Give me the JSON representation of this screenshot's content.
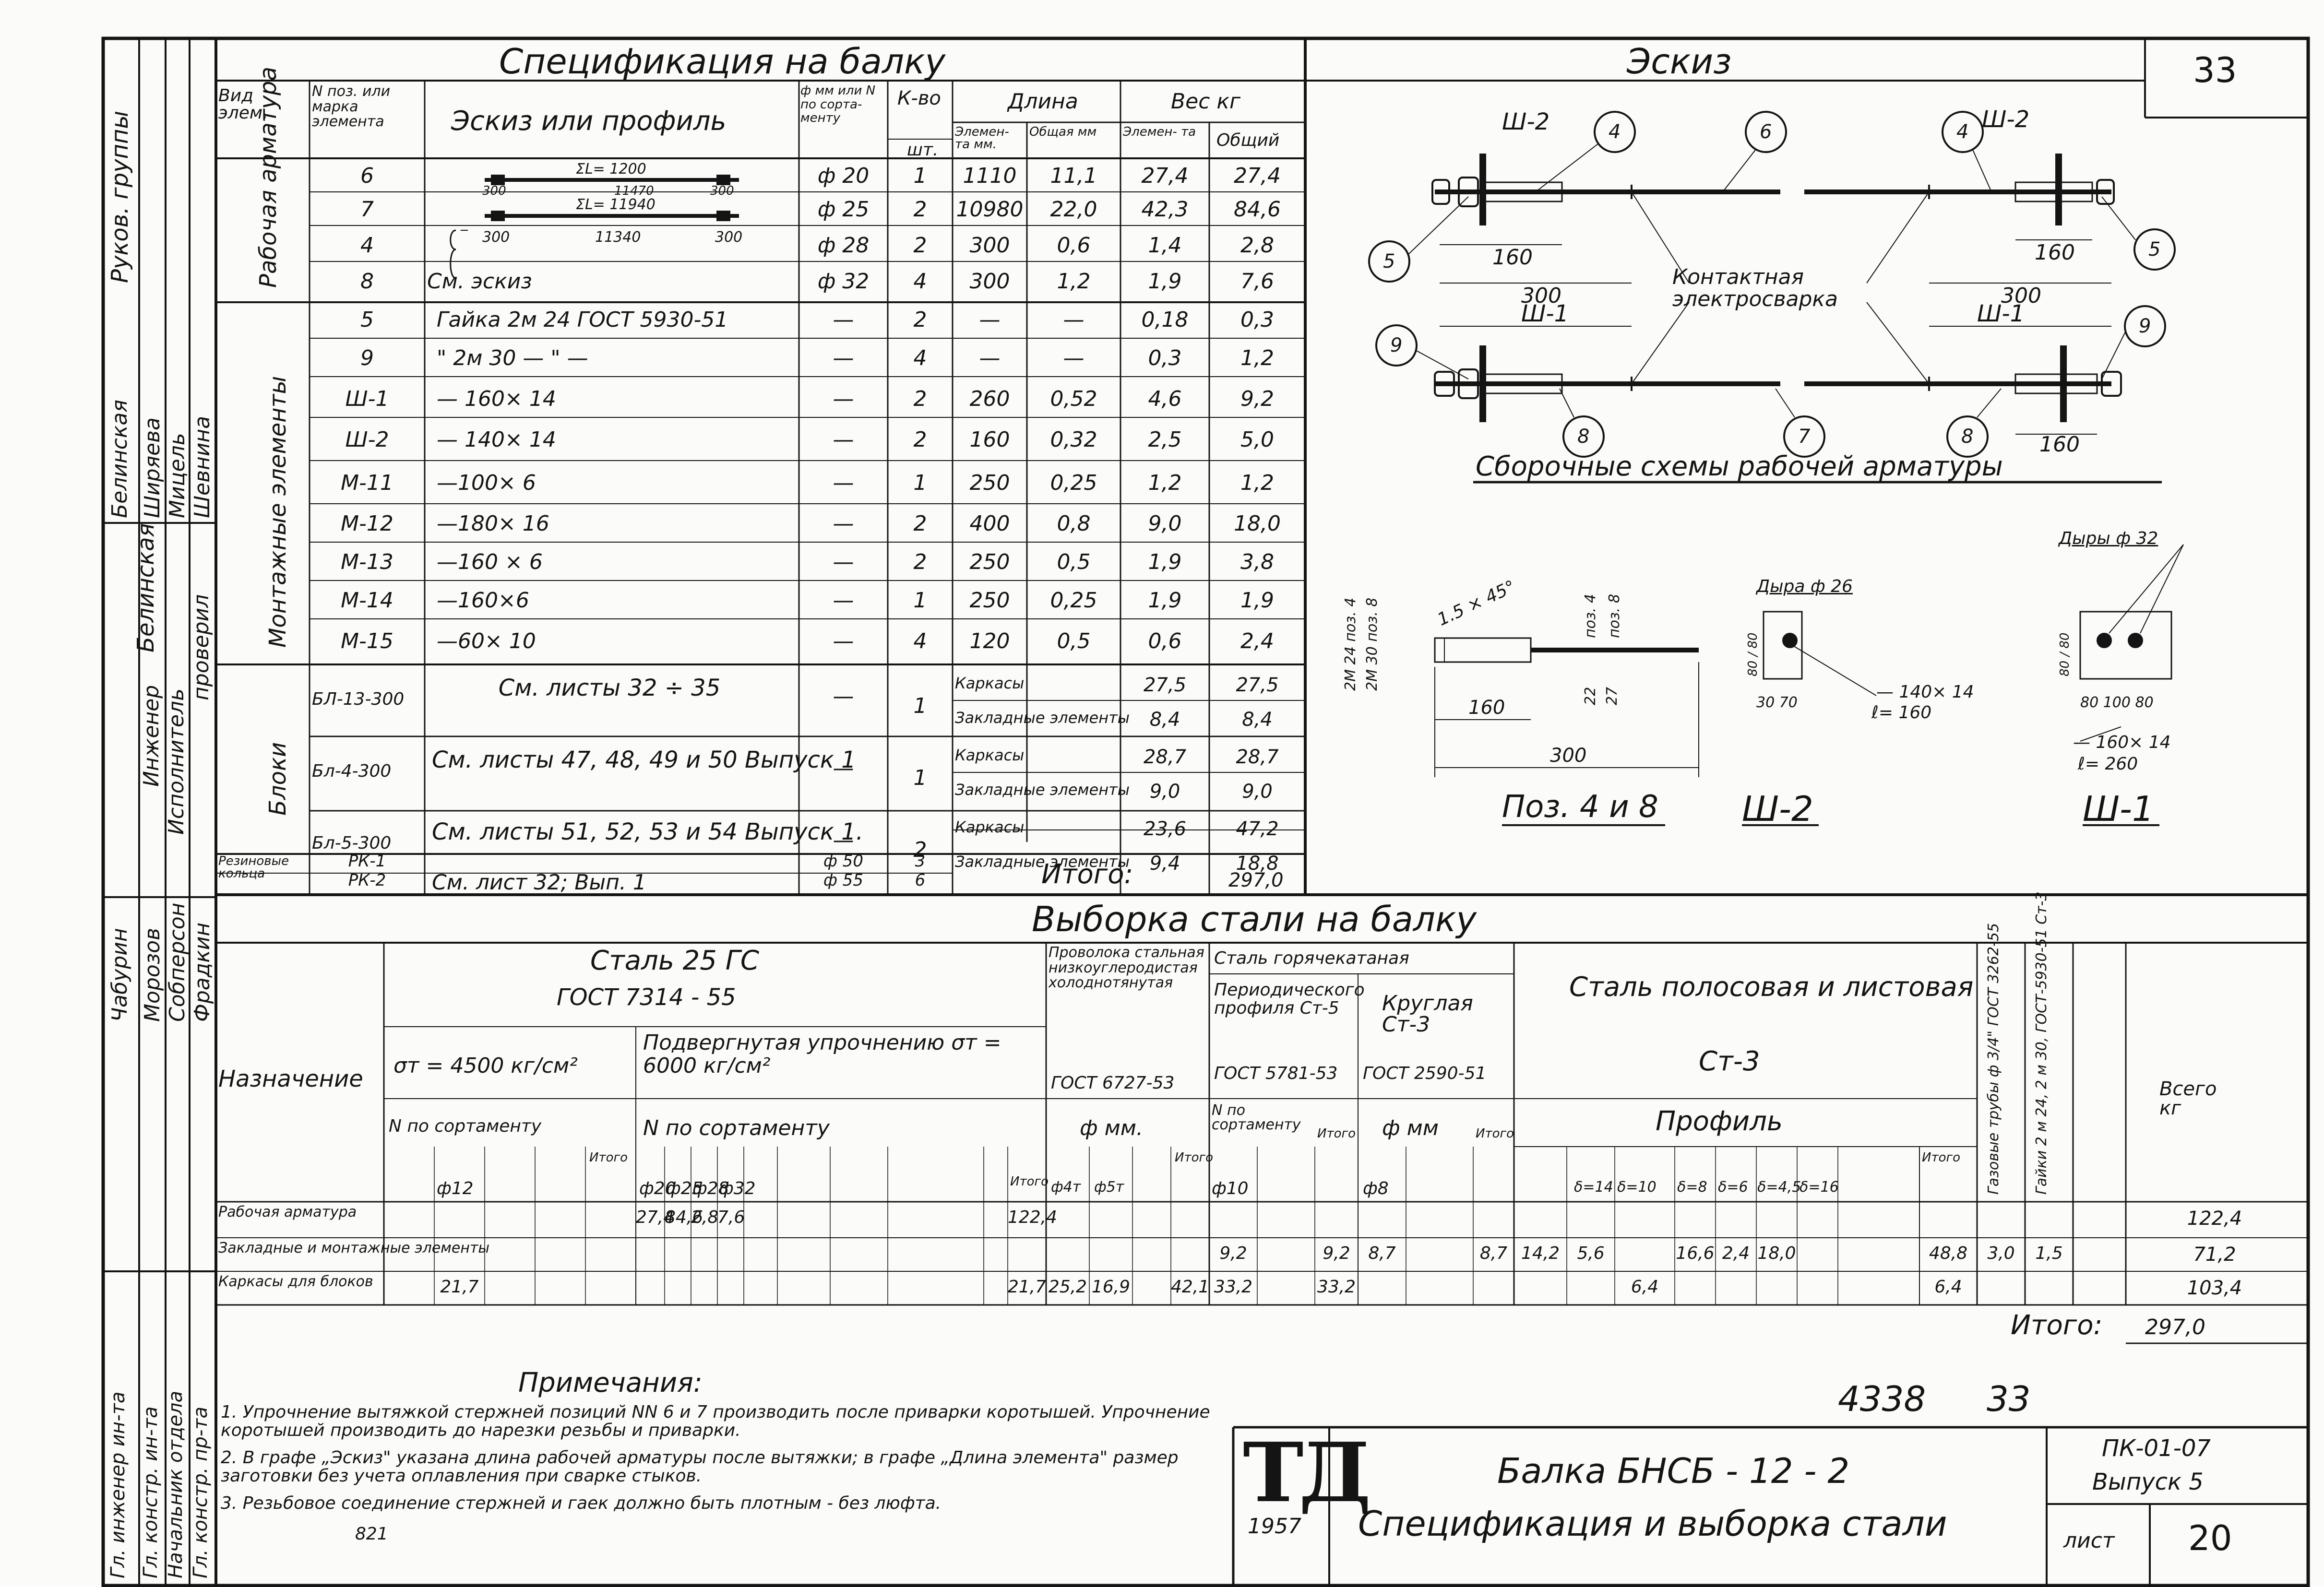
{
  "page_number": "33",
  "spec": {
    "title": "Спецификация на балку",
    "headers": {
      "type": "Вид элем.",
      "pos": "N поз. или марка элемента",
      "sketch": "Эскиз или профиль",
      "diam": "ф мм или N по сорта- менту",
      "count": "К-во",
      "count_unit": "шт.",
      "length": "Длина",
      "len_el": "Элемен- та мм.",
      "len_total": "Общая мм",
      "weight": "Вес кг",
      "w_el": "Элемен- та",
      "w_total": "Общий"
    },
    "group_labels": {
      "rebar": "Рабочая арматура",
      "mount": "Монтажные элементы",
      "blocks": "Блоки",
      "rings": "Резиновые кольца"
    },
    "rebar_rows": [
      {
        "pos": "6",
        "profile": "",
        "diam": "ф 20",
        "count": "1",
        "len_el": "1110",
        "len_total": "11,1",
        "w_el": "27,4",
        "w_total": "27,4"
      },
      {
        "pos": "7",
        "profile": "",
        "diam": "ф 25",
        "count": "2",
        "len_el": "10980",
        "len_total": "22,0",
        "w_el": "42,3",
        "w_total": "84,6"
      },
      {
        "pos": "4",
        "profile": "",
        "diam": "ф 28",
        "count": "2",
        "len_el": "300",
        "len_total": "0,6",
        "w_el": "1,4",
        "w_total": "2,8"
      },
      {
        "pos": "8",
        "profile": "См. эскиз",
        "diam": "ф 32",
        "count": "4",
        "len_el": "300",
        "len_total": "1,2",
        "w_el": "1,9",
        "w_total": "7,6"
      }
    ],
    "rebar_sketch": {
      "sum1": "ΣL= 1200",
      "len1": "11470",
      "end1": "300",
      "sum2": "ΣL= 11940",
      "len2": "11340",
      "end2": "300"
    },
    "mount_rows": [
      {
        "pos": "5",
        "profile": "Гайка 2м 24 ГОСТ 5930-51",
        "diam": "—",
        "count": "2",
        "len_el": "—",
        "len_total": "—",
        "w_el": "0,18",
        "w_total": "0,3"
      },
      {
        "pos": "9",
        "profile": "\"   2м 30  —  \"  —",
        "diam": "—",
        "count": "4",
        "len_el": "—",
        "len_total": "—",
        "w_el": "0,3",
        "w_total": "1,2"
      },
      {
        "pos": "Ш-1",
        "profile": "— 160× 14",
        "diam": "—",
        "count": "2",
        "len_el": "260",
        "len_total": "0,52",
        "w_el": "4,6",
        "w_total": "9,2"
      },
      {
        "pos": "Ш-2",
        "profile": "— 140× 14",
        "diam": "—",
        "count": "2",
        "len_el": "160",
        "len_total": "0,32",
        "w_el": "2,5",
        "w_total": "5,0"
      },
      {
        "pos": "М-11",
        "profile": "—100× 6",
        "diam": "—",
        "count": "1",
        "len_el": "250",
        "len_total": "0,25",
        "w_el": "1,2",
        "w_total": "1,2"
      },
      {
        "pos": "М-12",
        "profile": "—180× 16",
        "diam": "—",
        "count": "2",
        "len_el": "400",
        "len_total": "0,8",
        "w_el": "9,0",
        "w_total": "18,0"
      },
      {
        "pos": "М-13",
        "profile": "—160 × 6",
        "diam": "—",
        "count": "2",
        "len_el": "250",
        "len_total": "0,5",
        "w_el": "1,9",
        "w_total": "3,8"
      },
      {
        "pos": "М-14",
        "profile": "—160×6",
        "diam": "—",
        "count": "1",
        "len_el": "250",
        "len_total": "0,25",
        "w_el": "1,9",
        "w_total": "1,9"
      },
      {
        "pos": "М-15",
        "profile": "—60× 10",
        "diam": "—",
        "count": "4",
        "len_el": "120",
        "len_total": "0,5",
        "w_el": "0,6",
        "w_total": "2,4"
      }
    ],
    "block_rows": [
      {
        "pos": "БЛ-13-300",
        "profile": "См. листы  32 ÷ 35",
        "diam": "—",
        "count": "1",
        "items": [
          {
            "name": "Каркасы",
            "w_el": "27,5",
            "w_total": "27,5"
          },
          {
            "name": "Закладные элементы",
            "w_el": "8,4",
            "w_total": "8,4"
          }
        ]
      },
      {
        "pos": "Бл-4-300",
        "profile": "См. листы 47, 48, 49 и 50 Выпуск 1",
        "diam": "—",
        "count": "1",
        "items": [
          {
            "name": "Каркасы",
            "w_el": "28,7",
            "w_total": "28,7"
          },
          {
            "name": "Закладные элементы",
            "w_el": "9,0",
            "w_total": "9,0"
          }
        ]
      },
      {
        "pos": "Бл-5-300",
        "profile": "См. листы 51, 52, 53 и 54 Выпуск 1.",
        "diam": "—",
        "count": "2",
        "items": [
          {
            "name": "Каркасы",
            "w_el": "23,6",
            "w_total": "47,2"
          },
          {
            "name": "Закладные элементы",
            "w_el": "9,4",
            "w_total": "18,8"
          }
        ]
      }
    ],
    "ring_rows": [
      {
        "pos": "РК-1",
        "diam": "ф 50",
        "count": "3"
      },
      {
        "pos": "РК-2",
        "profile": "См. лист 32;  Вып. 1",
        "diam": "ф 55",
        "count": "6"
      }
    ],
    "total_label": "Итого:",
    "total_value": "297,0"
  },
  "sketch": {
    "title": "Эскиз",
    "sh2": "Ш-2",
    "sh1": "Ш-1",
    "dim160": "160",
    "dim300": "300",
    "contact": "Контактная электросварка",
    "assembly_caption": "Сборочные схемы рабочей арматуры",
    "bubbles": [
      "4",
      "6",
      "4",
      "5",
      "5",
      "9",
      "9",
      "8",
      "7",
      "8"
    ],
    "poz_title": "Поз. 4 и 8",
    "poz_labels": {
      "chamfer": "1.5 × 45°",
      "thread1": "2М 24 поз. 4",
      "thread2": "2М 30 поз. 8",
      "p4": "поз. 4",
      "p8": "поз. 8",
      "d22": "22",
      "d27": "27",
      "d160": "160",
      "d300": "300"
    },
    "sh2_detail": {
      "hole": "Дыра ф 26",
      "dims": "80 / 80",
      "bottom": "30  70",
      "plate": "— 140× 14",
      "len": "ℓ= 160",
      "caption": "Ш-2"
    },
    "sh1_detail": {
      "hole": "Дыры ф 32",
      "dims": "80 / 80",
      "bottom": "80  100  80",
      "plate": "— 160× 14",
      "len": "ℓ= 260",
      "caption": "Ш-1"
    }
  },
  "selection": {
    "title": "Выборка стали на балку",
    "purpose": "Назначение",
    "steel25": {
      "name": "Сталь 25 ГС",
      "gost": "ГОСТ 7314 - 55",
      "s1": "σт = 4500 кг/см²",
      "s2": "Подвергнутая упрочнению  σт = 6000 кг/см²",
      "sort": "N по сортаменту",
      "sort2": "N по сортаменту",
      "itogo": "Итого",
      "c1": "ф12",
      "c2": [
        "ф20",
        "ф25",
        "ф28",
        "ф32"
      ]
    },
    "wire": {
      "name": "Проволока стальная низкоуглеродистая холоднотянутая",
      "gost": "ГОСТ 6727-53",
      "sub": "ф мм.",
      "cols": [
        "ф4т",
        "ф5т"
      ],
      "itogo": "Итого"
    },
    "hotrolled": {
      "name": "Сталь горячекатаная",
      "periodic": "Периодического профиля Ст-5",
      "pgost": "ГОСТ 5781-53",
      "round": "Круглая Ст-3",
      "rgost": "ГОСТ 2590-51",
      "sort": "N по сортаменту",
      "c1": "ф10",
      "itogo": "Итого",
      "fmm": "ф мм",
      "c2": "ф8",
      "itogo2": "Итого"
    },
    "strip": {
      "name": "Сталь полосовая и листовая",
      "grade": "Ст-3",
      "profile": "Профиль",
      "cols": [
        "δ=14",
        "δ=10",
        "δ=8",
        "δ=6",
        "δ=4,5",
        "δ=16"
      ],
      "itogo": "Итого"
    },
    "pipes": "Газовые трубы ф 3/4\" ГОСТ 3262-55",
    "nuts": "Гайки 2 м 24, 2 м 30, ГОСТ-5930-51 Ст-3",
    "total": "Всего кг",
    "rows": [
      {
        "name": "Рабочая арматура",
        "steel25": [
          "",
          "27,4",
          "84,6",
          "2,8",
          "7,6",
          "122,4"
        ],
        "wire": [
          "",
          "",
          ""
        ],
        "hot": [
          "",
          "",
          "",
          ""
        ],
        "strip": [
          "",
          "",
          "",
          "",
          "",
          "",
          ""
        ],
        "pipes": "",
        "nuts": "",
        "total": "122,4"
      },
      {
        "name": "Закладные и монтажные элементы",
        "steel25": [
          "",
          "",
          "",
          "",
          "",
          ""
        ],
        "wire": [
          "",
          "",
          ""
        ],
        "hot": [
          "9,2",
          "9,2",
          "8,7",
          "8,7"
        ],
        "strip": [
          "14,2",
          "5,6",
          "",
          "16,6",
          "2,4",
          "18,0",
          "48,8"
        ],
        "pipes": "3,0",
        "nuts": "1,5",
        "total": "71,2"
      },
      {
        "name": "Каркасы для блоков",
        "steel25": [
          "21,7",
          "",
          "",
          "",
          "",
          "21,7"
        ],
        "wire": [
          "25,2",
          "16,9",
          "42,1"
        ],
        "hot": [
          "33,2",
          "33,2",
          "",
          ""
        ],
        "strip": [
          "",
          "",
          "6,4",
          "",
          "",
          "",
          "6,4"
        ],
        "pipes": "",
        "nuts": "",
        "total": "103,4"
      }
    ],
    "total_label": "Итого:",
    "total_value": "297,0"
  },
  "notes": {
    "title": "Примечания:",
    "items": [
      "1. Упрочнение вытяжкой стержней позиций NN 6 и 7 производить после приварки коротышей. Упрочнение коротышей производить до нарезки резьбы и приварки.",
      "2. В графе „Эскиз\" указана длина рабочей арматуры после вытяжки; в графе „Длина элемента\" размер заготовки без учета оплавления при сварке стыков.",
      "3. Резьбовое соединение стержней и гаек должно быть плотным - без люфта."
    ],
    "extra": "821"
  },
  "title_block": {
    "stamp": "ТД",
    "year": "1957",
    "doc_number": "4338",
    "sheet_ref": "33",
    "line1": "Балка  БНСБ - 12 - 2",
    "line2": "Спецификация и выборка стали",
    "series": "ПК-01-07",
    "issue": "Выпуск 5",
    "sheet_label": "лист",
    "sheet_number": "20"
  },
  "side_stamp": {
    "roles_top": [
      "Руков. группы",
      "Инженер",
      "Исполнитель",
      "проверил"
    ],
    "names_top": [
      "Белинская",
      "Ширяева",
      "Мицель",
      "Шевнина"
    ],
    "roles_bottom": [
      "Гл. инженер ин-та",
      "Гл. констр. ин-та",
      "Начальник отдела",
      "Гл. констр. пр-та"
    ],
    "names_bottom": [
      "Чабурин",
      "Морозов",
      "Собперсон",
      "Фрадкин"
    ]
  },
  "colors": {
    "ink": "#141414",
    "paper": "#fbfbf9"
  }
}
